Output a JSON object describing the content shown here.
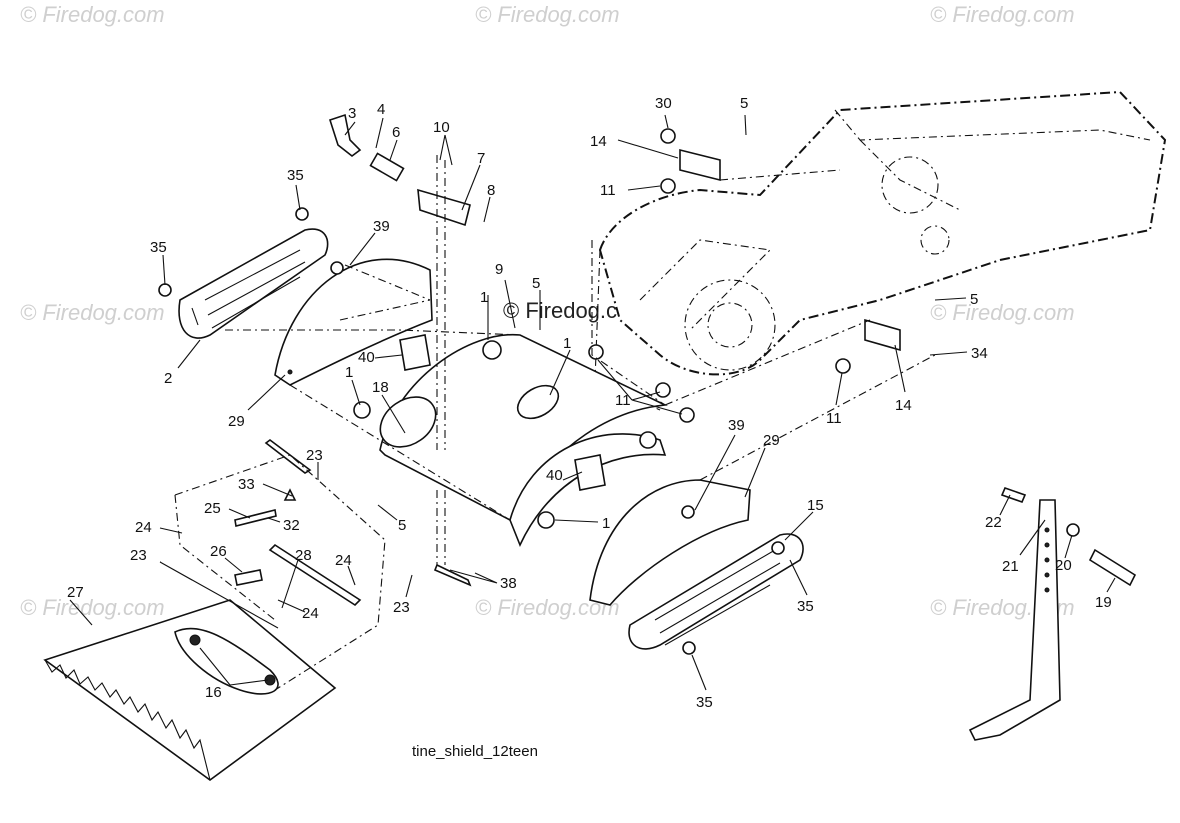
{
  "caption": "tine_shield_12teen",
  "watermark": "© Firedog.com",
  "watermark_mid": "© Firedog.com",
  "labels": {
    "p1a": "1",
    "p1b": "1",
    "p1c": "1",
    "p1d": "1",
    "p2": "2",
    "p3": "3",
    "p4": "4",
    "p5a": "5",
    "p5b": "5",
    "p5c": "5",
    "p5d": "5",
    "p6": "6",
    "p7": "7",
    "p8": "8",
    "p9": "9",
    "p10": "10",
    "p11a": "11",
    "p11b": "11",
    "p11c": "11",
    "p14a": "14",
    "p14b": "14",
    "p15": "15",
    "p16": "16",
    "p18": "18",
    "p19": "19",
    "p20": "20",
    "p21": "21",
    "p22": "22",
    "p23a": "23",
    "p23b": "23",
    "p23c": "23",
    "p24a": "24",
    "p24b": "24",
    "p24c": "24",
    "p25": "25",
    "p26": "26",
    "p27": "27",
    "p28": "28",
    "p29a": "29",
    "p29b": "29",
    "p30": "30",
    "p32": "32",
    "p33": "33",
    "p34": "34",
    "p35a": "35",
    "p35b": "35",
    "p35c": "35",
    "p35d": "35",
    "p38": "38",
    "p39a": "39",
    "p39b": "39",
    "p40a": "40",
    "p40b": "40"
  },
  "colors": {
    "ink": "#111111",
    "watermark": "#cfcfcf",
    "background": "#ffffff"
  }
}
